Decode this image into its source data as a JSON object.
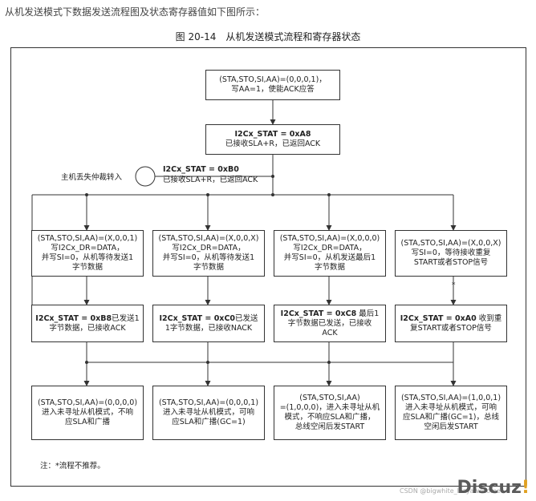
{
  "intro": "从机发送模式下数据发送流程图及状态寄存器值如下图所示：",
  "figure_title": "图 20-14　从机发送模式流程和寄存器状态",
  "box_init": {
    "line1": "(STA,STO,SI,AA)=(0,0,0,1)，",
    "line2": "写AA=1，使能ACK应答"
  },
  "box_a8": {
    "line1": "I2Cx_STAT = 0xA8",
    "line2": "已接收SLA+R，已返回ACK"
  },
  "lost_label": "主机丢失仲裁转入",
  "box_b0": {
    "line1": "I2Cx_STAT = 0xB0",
    "line2": "已接收SLA+R，已返回ACK"
  },
  "row2": [
    {
      "l1": "(STA,STO,SI,AA)=(X,0,0,1)",
      "l2": "写I2Cx_DR=DATA，",
      "l3": "并写SI=0，从机等待发送1",
      "l4": "字节数据"
    },
    {
      "l1": "(STA,STO,SI,AA)=(X,0,0,X)",
      "l2": "写I2Cx_DR=DATA，",
      "l3": "并写SI=0，从机等待发送1",
      "l4": "字节数据"
    },
    {
      "l1": "(STA,STO,SI,AA)=(X,0,0,0)",
      "l2": "写I2Cx_DR=DATA，",
      "l3": "并写SI=0，从机发送最后1",
      "l4": "字节数据"
    },
    {
      "l1": "(STA,STO,SI,AA)=(X,0,0,X)",
      "l2": "写SI=0，等待接收重复",
      "l3": "START或者STOP信号",
      "l4": ""
    }
  ],
  "row3": [
    {
      "code": "I2Cx_STAT = 0xB8",
      "t1": "已发送1",
      "t2": "字节数据，已接收ACK"
    },
    {
      "code": "I2Cx_STAT = 0xC0",
      "t1": "已发送",
      "t2": "1字节数据，已接收NACK"
    },
    {
      "code": "I2Cx_STAT = 0xC8",
      "t1": "最后1",
      "t2": "字节数据已发送，已接收",
      "t3": "ACK"
    },
    {
      "code": "I2Cx_STAT = 0xA0",
      "t1": "收到重",
      "t2": "复START或者STOP信号"
    }
  ],
  "row4": [
    {
      "l1": "(STA,STO,SI,AA)=(0,0,0,0)",
      "l2": "进入未寻址从机模式，不响",
      "l3": "应SLA和广播",
      "l4": ""
    },
    {
      "l1": "(STA,STO,SI,AA)=(0,0,0,1)",
      "l2": "进入未寻址从机模式，可响",
      "l3": "应SLA和广播(GC=1)",
      "l4": ""
    },
    {
      "l1": "(STA,STO,SI,AA)",
      "l2": "=(1,0,0,0)，进入未寻址从机",
      "l3": "模式，不响应SLA和广播，",
      "l4": "总线空闲后发START"
    },
    {
      "l1": "(STA,STO,SI,AA)=(1,0,0,1)",
      "l2": "进入未寻址从机模式，可响",
      "l3": "应SLA和广播(GC=1)，总线",
      "l4": "空闲后发START"
    }
  ],
  "star": "*",
  "note": "注：*流程不推荐。",
  "watermark": {
    "text": "Discuz",
    "bang": "!"
  },
  "csdn": "CSDN @bigwhite_lazyawesome"
}
